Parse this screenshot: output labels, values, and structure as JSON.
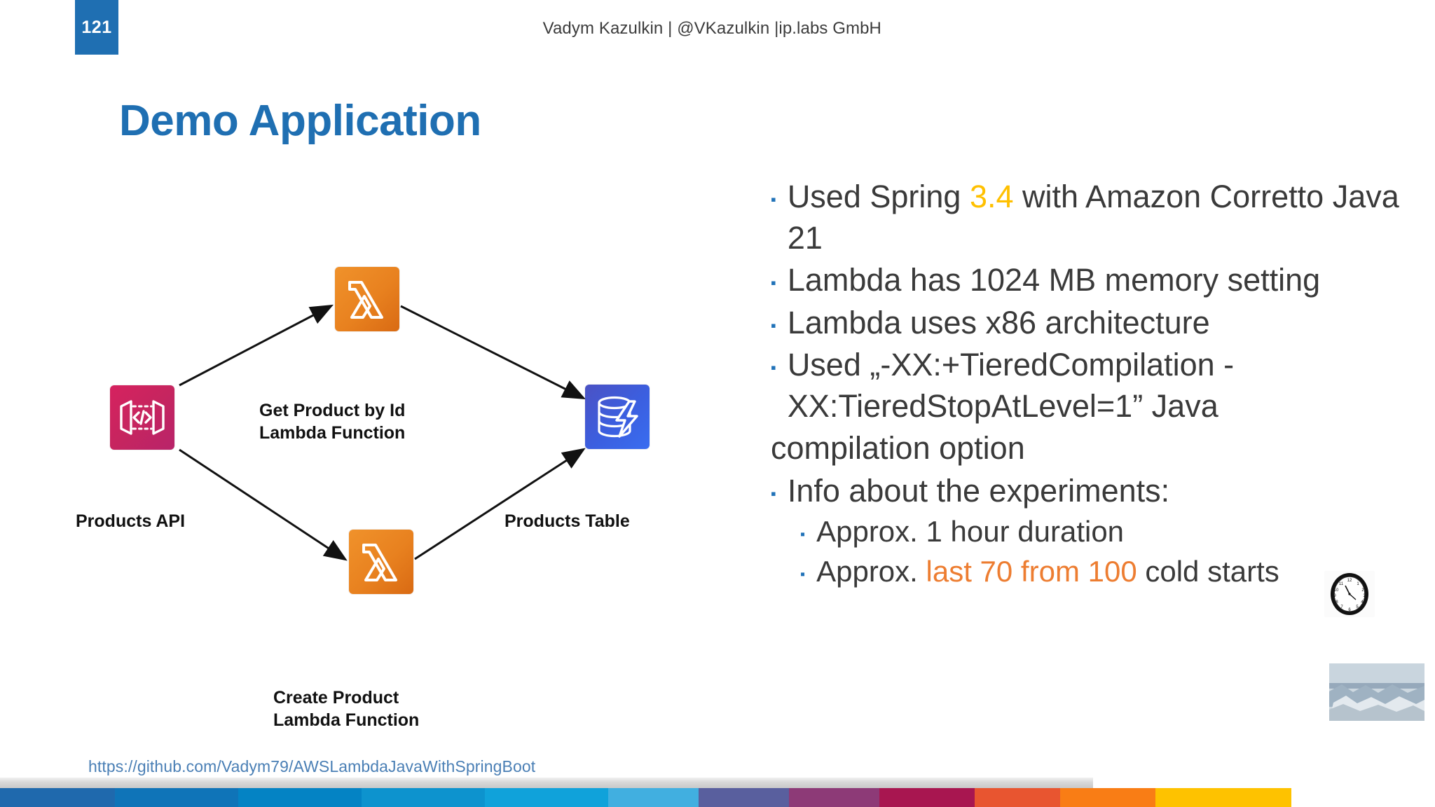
{
  "slide": {
    "page_number": "121",
    "header_credit": "Vadym Kazulkin | @VKazulkin |ip.labs GmbH",
    "title": "Demo Application",
    "footer_link": "https://github.com/Vadym79/AWSLambdaJavaWithSpringBoot"
  },
  "diagram": {
    "nodes": [
      {
        "id": "products-api",
        "label": "Products API",
        "icon": "aws-api-gateway-icon",
        "color": "#c6255f"
      },
      {
        "id": "get-product-lambda",
        "label": "Get Product by Id\nLambda Function",
        "icon": "aws-lambda-icon",
        "color": "#e8811f"
      },
      {
        "id": "create-product-lambda",
        "label": "Create Product\nLambda Function",
        "icon": "aws-lambda-icon",
        "color": "#e8811f"
      },
      {
        "id": "products-table",
        "label": "Products Table",
        "icon": "aws-dynamodb-icon",
        "color": "#3b5fe0"
      }
    ],
    "edges": [
      {
        "from": "products-api",
        "to": "get-product-lambda"
      },
      {
        "from": "products-api",
        "to": "create-product-lambda"
      },
      {
        "from": "get-product-lambda",
        "to": "products-table"
      },
      {
        "from": "create-product-lambda",
        "to": "products-table"
      }
    ]
  },
  "bullets": [
    {
      "level": 1,
      "marker": true,
      "parts": [
        {
          "text": "Used Spring "
        },
        {
          "text": "3.4",
          "color": "#ffc000"
        },
        {
          "text": " with Amazon Corretto Java 21"
        }
      ]
    },
    {
      "level": 1,
      "marker": true,
      "parts": [
        {
          "text": "Lambda has 1024 MB memory setting"
        }
      ]
    },
    {
      "level": 1,
      "marker": true,
      "parts": [
        {
          "text": "Lambda uses x86 architecture"
        }
      ]
    },
    {
      "level": 1,
      "marker": true,
      "parts": [
        {
          "text": "Used „-XX:+TieredCompilation -XX:TieredStopAtLevel=1” Java"
        }
      ]
    },
    {
      "level": 1,
      "marker": false,
      "parts": [
        {
          "text": "compilation option"
        }
      ]
    },
    {
      "level": 1,
      "marker": true,
      "parts": [
        {
          "text": "Info about the experiments:"
        }
      ]
    },
    {
      "level": 2,
      "marker": true,
      "parts": [
        {
          "text": "Approx. 1 hour duration"
        }
      ]
    },
    {
      "level": 2,
      "marker": true,
      "parts": [
        {
          "text": "Approx. "
        },
        {
          "text": "last 70 from 100",
          "color": "#ed7d31"
        },
        {
          "text": " cold starts"
        }
      ]
    }
  ],
  "colors": {
    "accent_blue": "#1f6fb2",
    "bullet_marker": "#2072b8",
    "highlight_gold": "#ffc000",
    "highlight_orange": "#ed7d31",
    "link": "#4a7fb5"
  },
  "color_bar": [
    {
      "color": "#1f69ad",
      "width": 8.0
    },
    {
      "color": "#0f74b8",
      "width": 8.6
    },
    {
      "color": "#0483c4",
      "width": 8.6
    },
    {
      "color": "#0d93ce",
      "width": 8.6
    },
    {
      "color": "#10a2da",
      "width": 8.6
    },
    {
      "color": "#41afe0",
      "width": 6.3
    },
    {
      "color": "#595f9e",
      "width": 6.3
    },
    {
      "color": "#8d3a77",
      "width": 6.3
    },
    {
      "color": "#a81650",
      "width": 6.6
    },
    {
      "color": "#e85530",
      "width": 6.0
    },
    {
      "color": "#f97d15",
      "width": 6.6
    },
    {
      "color": "#fec200",
      "width": 9.5
    }
  ],
  "photos": {
    "clock": "wall-clock-photo",
    "ice": "ice-landscape-photo"
  }
}
